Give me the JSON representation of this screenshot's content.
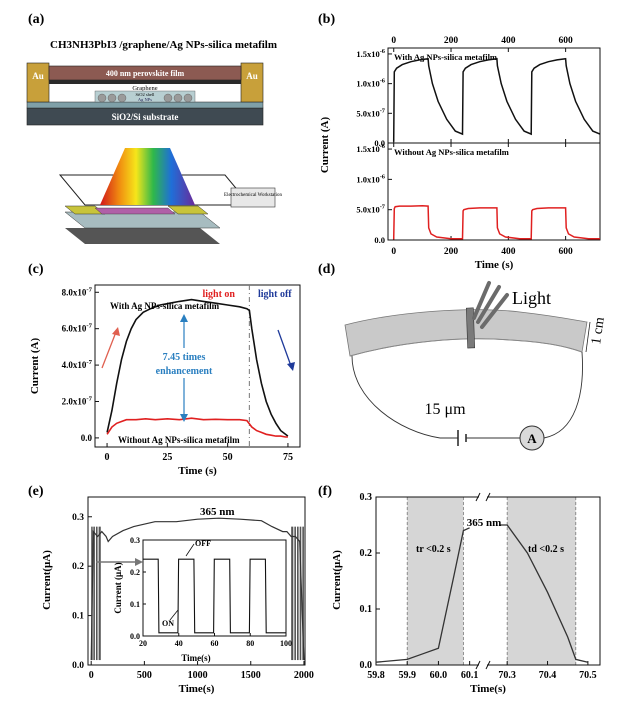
{
  "panels": {
    "a": {
      "letter": "(a)",
      "title": "CH3NH3PbI3 /graphene/Ag NPs-silica metafilm",
      "layers": {
        "au_left": "Au",
        "au_right": "Au",
        "perovskite": "400 nm perovskite film",
        "graphene": "Graphene",
        "silica": "SiO2 shell",
        "agnps": "Ag NPs",
        "substrate": "SiO2/Si substrate"
      },
      "workstation": "Electrochemical Workstation",
      "colors": {
        "au": "#c8a03a",
        "perovskite": "#8c5a52",
        "substrate": "#3f4a52"
      }
    },
    "b": {
      "letter": "(b)"
    },
    "c": {
      "letter": "(c)"
    },
    "d": {
      "letter": "(d)",
      "light": "Light",
      "width_label": "1 cm",
      "gap_label": "15 μm",
      "ammeter": "A"
    },
    "e": {
      "letter": "(e)"
    },
    "f": {
      "letter": "(f)"
    }
  },
  "chart_data": [
    {
      "id": "b",
      "type": "line",
      "xlabel": "Time (s)",
      "ylabel": "Current (A)",
      "xlim": [
        -20,
        720
      ],
      "xticks": [
        0,
        200,
        400,
        600
      ],
      "x_top_ticks": [
        0,
        200,
        400,
        600
      ],
      "subplots": [
        {
          "annotation": "With Ag NPs-silica metafilm",
          "color": "#111111",
          "ylim": [
            0,
            1.6e-06
          ],
          "yticks": [
            {
              "v": 0,
              "label": "0.0"
            },
            {
              "v": 5e-07,
              "label": "5.0x10-7"
            },
            {
              "v": 1e-06,
              "label": "1.0x10-6"
            },
            {
              "v": 1.5e-06,
              "label": "1.5x10-6"
            }
          ],
          "series": [
            {
              "on_off_pulses": [
                [
                  0,
                  120
                ],
                [
                  240,
                  360
                ],
                [
                  480,
                  600
                ]
              ],
              "i_on_start": 1.2e-06,
              "i_on_peak": 1.4e-06,
              "i_dark": 2e-08,
              "x": [
                0,
                2,
                10,
                30,
                60,
                90,
                120,
                122,
                135,
                155,
                185,
                215,
                240,
                242,
                250,
                270,
                300,
                330,
                360,
                362,
                375,
                395,
                425,
                455,
                480,
                482,
                490,
                510,
                540,
                570,
                600,
                602,
                615,
                635,
                665,
                695,
                720
              ],
              "y": [
                2e-08,
                1.2e-06,
                1.26e-06,
                1.32e-06,
                1.37e-06,
                1.4e-06,
                1.42e-06,
                1.3e-06,
                1e-06,
                7e-07,
                4e-07,
                2e-07,
                1.5e-07,
                1.2e-06,
                1.26e-06,
                1.32e-06,
                1.37e-06,
                1.4e-06,
                1.42e-06,
                1.3e-06,
                1e-06,
                7e-07,
                4e-07,
                2e-07,
                1.5e-07,
                1.2e-06,
                1.26e-06,
                1.32e-06,
                1.37e-06,
                1.4e-06,
                1.42e-06,
                1.3e-06,
                1e-06,
                7e-07,
                4e-07,
                2e-07,
                1.5e-07
              ]
            }
          ]
        },
        {
          "annotation": "Without Ag NPs-silica metafilm",
          "color": "#e02020",
          "ylim": [
            0,
            1.6e-06
          ],
          "yticks": [
            {
              "v": 0,
              "label": "0.0"
            },
            {
              "v": 5e-07,
              "label": "5.0x10-7"
            },
            {
              "v": 1e-06,
              "label": "1.0x10-6"
            },
            {
              "v": 1.5e-06,
              "label": "1.5x10-6"
            }
          ],
          "series": [
            {
              "x": [
                0,
                2,
                5,
                20,
                60,
                100,
                120,
                122,
                130,
                150,
                200,
                240,
                242,
                245,
                260,
                300,
                340,
                360,
                362,
                370,
                390,
                440,
                480,
                482,
                485,
                500,
                540,
                580,
                600,
                602,
                610,
                630,
                680,
                720
              ],
              "y": [
                1e-08,
                5.2e-07,
                5.5e-07,
                5.6e-07,
                5.6e-07,
                5.65e-07,
                5.6e-07,
                2e-07,
                1e-07,
                5e-08,
                2e-08,
                2e-08,
                4.8e-07,
                5e-07,
                5.2e-07,
                5.3e-07,
                5.3e-07,
                5.3e-07,
                2e-07,
                1e-07,
                5e-08,
                2e-08,
                2e-08,
                4.8e-07,
                5e-07,
                5.2e-07,
                5.3e-07,
                5.3e-07,
                5.3e-07,
                2e-07,
                1e-07,
                5e-08,
                2e-08,
                2e-08
              ]
            }
          ]
        }
      ]
    },
    {
      "id": "c",
      "type": "line",
      "xlabel": "Time (s)",
      "ylabel": "Current (A)",
      "xlim": [
        -5,
        80
      ],
      "ylim": [
        -5e-08,
        8.4e-07
      ],
      "xticks": [
        0,
        25,
        50,
        75
      ],
      "yticks": [
        {
          "v": 0,
          "label": "0.0"
        },
        {
          "v": 2e-07,
          "label": "2.0x10-7"
        },
        {
          "v": 4e-07,
          "label": "4.0x10-7"
        },
        {
          "v": 6e-07,
          "label": "6.0x10-7"
        },
        {
          "v": 8e-07,
          "label": "8.0x10-7"
        }
      ],
      "annotations": {
        "light_on": "light on",
        "light_off": "light off",
        "with": "With Ag NPs-silica metafilm",
        "without": "Without Ag NPs-silica metafilm",
        "enhancement_1": "7.45 times",
        "enhancement_2": "enhancement"
      },
      "light_off_x": 59,
      "series": [
        {
          "name": "With Ag NPs-silica metafilm",
          "color": "#111111",
          "x": [
            0,
            2,
            4,
            6,
            8,
            10,
            12,
            15,
            18,
            22,
            26,
            30,
            35,
            40,
            45,
            50,
            55,
            58,
            59,
            60,
            62,
            64,
            66,
            68,
            70,
            72,
            74,
            75
          ],
          "y": [
            3e-08,
            1.5e-07,
            3e-07,
            4.3e-07,
            5.3e-07,
            6e-07,
            6.5e-07,
            6.9e-07,
            7.1e-07,
            7.3e-07,
            7.4e-07,
            7.5e-07,
            7.6e-07,
            7.5e-07,
            7.4e-07,
            7.3e-07,
            7.2e-07,
            7.1e-07,
            7e-07,
            6e-07,
            4.3e-07,
            3e-07,
            2e-07,
            1.3e-07,
            8e-08,
            4e-08,
            2e-08,
            1e-08
          ]
        },
        {
          "name": "Without Ag NPs-silica metafilm",
          "color": "#e02020",
          "x": [
            0,
            2,
            4,
            6,
            8,
            12,
            16,
            20,
            25,
            30,
            35,
            40,
            45,
            50,
            55,
            58,
            60,
            62,
            64,
            66,
            68,
            70,
            72,
            74,
            75
          ],
          "y": [
            2e-08,
            6e-08,
            8e-08,
            9e-08,
            1e-07,
            1e-07,
            1.05e-07,
            1e-07,
            1.05e-07,
            1e-07,
            1.08e-07,
            1e-07,
            1.02e-07,
            1e-07,
            1e-07,
            9.5e-08,
            6e-08,
            4e-08,
            3e-08,
            2e-08,
            1.5e-08,
            1e-08,
            1e-08,
            5e-09,
            5e-09
          ]
        }
      ]
    },
    {
      "id": "e",
      "type": "line",
      "xlabel": "Time(s)",
      "ylabel": "Current(μA)",
      "xlim": [
        -30,
        2010
      ],
      "ylim": [
        0,
        0.34
      ],
      "xticks": [
        0,
        500,
        1000,
        1500,
        2000
      ],
      "yticks": [
        {
          "v": 0,
          "label": "0.0"
        },
        {
          "v": 0.1,
          "label": "0.1"
        },
        {
          "v": 0.2,
          "label": "0.2"
        },
        {
          "v": 0.3,
          "label": "0.3"
        }
      ],
      "annotation": "365 nm",
      "series": [
        {
          "x": [
            0,
            20,
            60,
            100,
            140,
            160,
            200,
            300,
            400,
            600,
            800,
            1000,
            1200,
            1400,
            1600,
            1700,
            1800,
            1840,
            1880,
            1920,
            1960,
            2000
          ],
          "y": [
            0.01,
            0.27,
            0.26,
            0.27,
            0.26,
            0.25,
            0.26,
            0.272,
            0.28,
            0.29,
            0.29,
            0.295,
            0.297,
            0.295,
            0.292,
            0.28,
            0.27,
            0.27,
            0.26,
            0.26,
            0.25,
            0.01
          ]
        }
      ],
      "inset": {
        "xlabel": "Time(s)",
        "ylabel": "Current (μA)",
        "xlim": [
          20,
          100
        ],
        "ylim": [
          0,
          0.3
        ],
        "xticks": [
          20,
          40,
          60,
          80,
          100
        ],
        "yticks": [
          {
            "v": 0,
            "label": "0.0"
          },
          {
            "v": 0.1,
            "label": "0.1"
          },
          {
            "v": 0.2,
            "label": "0.2"
          },
          {
            "v": 0.3,
            "label": "0.3"
          }
        ],
        "on_label": "ON",
        "off_label": "OFF",
        "series": [
          {
            "x": [
              20,
              20.3,
              28.5,
              28.9,
              39.5,
              39.9,
              48.5,
              48.9,
              59.5,
              59.9,
              68.5,
              68.9,
              79.5,
              79.9,
              88.5,
              88.9,
              99.5,
              100
            ],
            "y": [
              0.24,
              0.24,
              0.24,
              0.01,
              0.01,
              0.24,
              0.24,
              0.01,
              0.01,
              0.24,
              0.24,
              0.01,
              0.01,
              0.24,
              0.24,
              0.01,
              0.01,
              0.01
            ]
          }
        ]
      }
    },
    {
      "id": "f",
      "type": "line",
      "xlabel": "Time(s)",
      "ylabel": "Current(μA)",
      "ylim": [
        0,
        0.3
      ],
      "x_ticks_left": [
        59.8,
        59.9,
        60.0,
        60.1
      ],
      "x_ticks_right": [
        70.3,
        70.4,
        70.5
      ],
      "yticks": [
        {
          "v": 0,
          "label": "0.0"
        },
        {
          "v": 0.1,
          "label": "0.1"
        },
        {
          "v": 0.2,
          "label": "0.2"
        },
        {
          "v": 0.3,
          "label": "0.3"
        }
      ],
      "annotations": {
        "wavelength": "365 nm",
        "rise": "tr <0.2 s",
        "decay": "td <0.2 s"
      },
      "shaded": [
        [
          59.9,
          60.08
        ],
        [
          70.3,
          70.47
        ]
      ],
      "series": [
        {
          "x": [
            59.8,
            59.9,
            59.95,
            60.0,
            60.05,
            60.08,
            60.1,
            70.28,
            70.3,
            70.35,
            70.4,
            70.45,
            70.47,
            70.5
          ],
          "y": [
            0.005,
            0.01,
            0.02,
            0.03,
            0.16,
            0.24,
            0.245,
            0.25,
            0.25,
            0.2,
            0.13,
            0.05,
            0.01,
            0.005
          ]
        }
      ]
    }
  ]
}
